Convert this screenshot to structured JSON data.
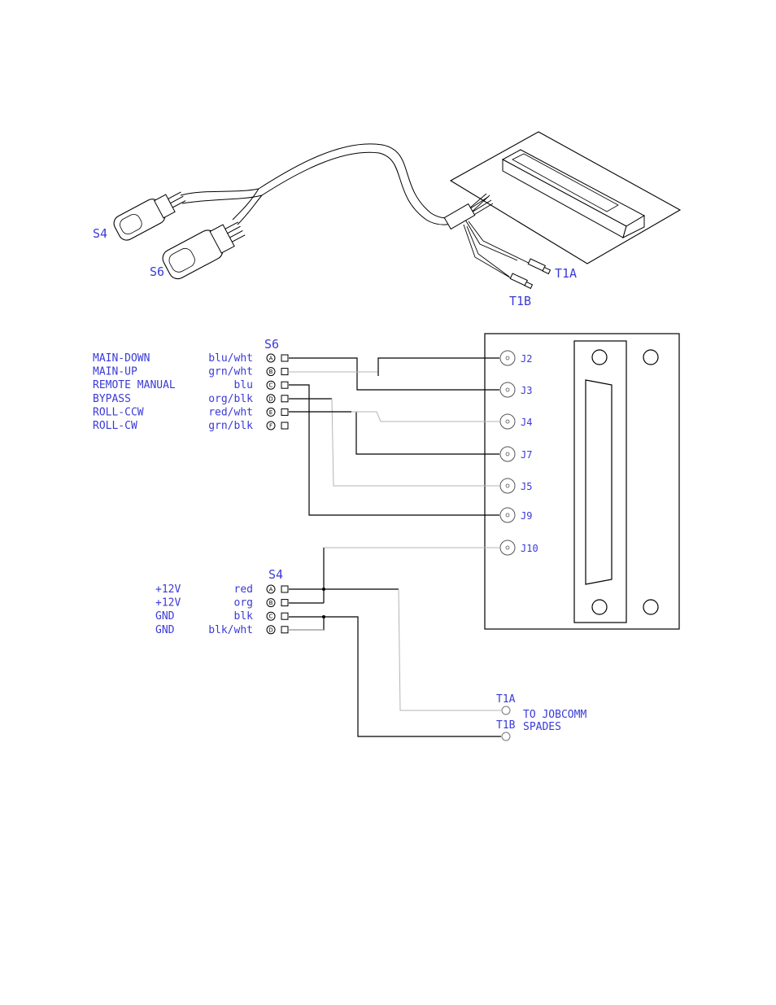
{
  "illustration": {
    "s4_label": "S4",
    "s6_label": "S6",
    "t1a_label": "T1A",
    "t1b_label": "T1B"
  },
  "s6": {
    "title": "S6",
    "rows": [
      {
        "name": "MAIN-DOWN",
        "color": "blu/wht",
        "pin": "A"
      },
      {
        "name": "MAIN-UP",
        "color": "grn/wht",
        "pin": "B"
      },
      {
        "name": "REMOTE MANUAL",
        "color": "blu",
        "pin": "C"
      },
      {
        "name": "BYPASS",
        "color": "org/blk",
        "pin": "D"
      },
      {
        "name": "ROLL-CCW",
        "color": "red/wht",
        "pin": "E"
      },
      {
        "name": "ROLL-CW",
        "color": "grn/blk",
        "pin": "F"
      }
    ]
  },
  "s4": {
    "title": "S4",
    "rows": [
      {
        "name": "+12V",
        "color": "red",
        "pin": "A"
      },
      {
        "name": "+12V",
        "color": "org",
        "pin": "B"
      },
      {
        "name": "GND",
        "color": "blk",
        "pin": "C"
      },
      {
        "name": "GND",
        "color": "blk/wht",
        "pin": "D"
      }
    ]
  },
  "board": {
    "jacks": [
      "J2",
      "J3",
      "J4",
      "J7",
      "J5",
      "J9",
      "J10"
    ]
  },
  "spades": {
    "t1a": "T1A",
    "t1b": "T1B",
    "note_line1": "TO JOBCOMM",
    "note_line2": "SPADES"
  }
}
